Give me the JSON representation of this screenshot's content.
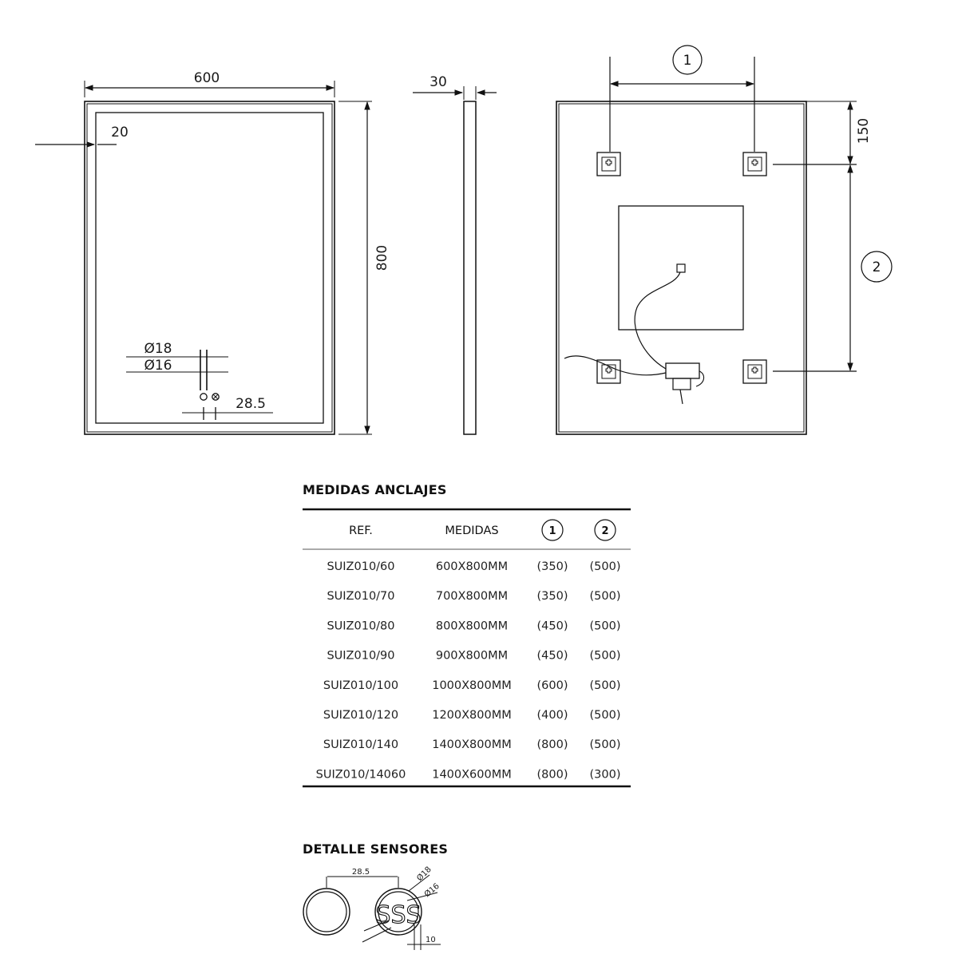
{
  "front_view": {
    "width_label": "600",
    "height_label": "800",
    "frame_label": "20",
    "dia_outer_label": "Ø18",
    "dia_inner_label": "Ø16",
    "sensor_spacing_label": "28.5"
  },
  "side_view": {
    "depth_label": "30"
  },
  "back_view": {
    "callout_1": "1",
    "callout_2": "2",
    "top_offset_label": "150"
  },
  "anchors_table": {
    "title": "MEDIDAS ANCLAJES",
    "headers": [
      "REF.",
      "MEDIDAS",
      "1",
      "2"
    ],
    "rows": [
      [
        "SUIZ010/60",
        "600X800MM",
        "(350)",
        "(500)"
      ],
      [
        "SUIZ010/70",
        "700X800MM",
        "(350)",
        "(500)"
      ],
      [
        "SUIZ010/80",
        "800X800MM",
        "(450)",
        "(500)"
      ],
      [
        "SUIZ010/90",
        "900X800MM",
        "(450)",
        "(500)"
      ],
      [
        "SUIZ010/100",
        "1000X800MM",
        "(600)",
        "(500)"
      ],
      [
        "SUIZ010/120",
        "1200X800MM",
        "(400)",
        "(500)"
      ],
      [
        "SUIZ010/140",
        "1400X800MM",
        "(800)",
        "(500)"
      ],
      [
        "SUIZ010/14060",
        "1400X600MM",
        "(800)",
        "(300)"
      ]
    ]
  },
  "sensor_detail": {
    "title": "DETALLE SENSORES",
    "spacing_label": "28.5",
    "dia_outer_label": "Ø18",
    "dia_inner_label": "Ø16",
    "depth_label": "10",
    "sensor_text": "SSS"
  }
}
